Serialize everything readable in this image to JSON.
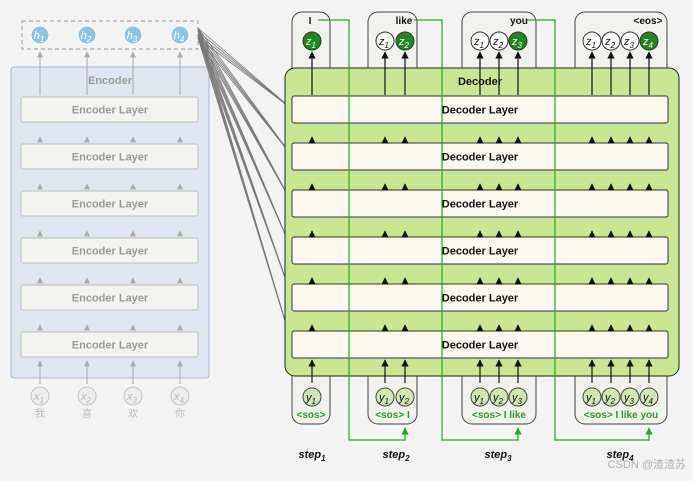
{
  "encoder": {
    "title": "Encoder",
    "layer_label": "Encoder Layer",
    "layer_count": 6,
    "hidden_states": [
      {
        "base": "h",
        "sub": "1"
      },
      {
        "base": "h",
        "sub": "2"
      },
      {
        "base": "h",
        "sub": "3"
      },
      {
        "base": "h",
        "sub": "4"
      }
    ],
    "inputs": [
      {
        "base": "x",
        "sub": "1",
        "char": "我"
      },
      {
        "base": "x",
        "sub": "2",
        "char": "喜"
      },
      {
        "base": "x",
        "sub": "3",
        "char": "欢"
      },
      {
        "base": "x",
        "sub": "4",
        "char": "你"
      }
    ]
  },
  "decoder": {
    "title": "Decoder",
    "layer_label": "Decoder Layer",
    "layer_count": 6
  },
  "steps": [
    {
      "label": "step",
      "sub": "1",
      "output_word": "I",
      "outputs": [
        {
          "base": "z",
          "sub": "1",
          "current": true
        }
      ],
      "inputs": [
        {
          "base": "y",
          "sub": "1"
        }
      ],
      "input_words": "<sos>"
    },
    {
      "label": "step",
      "sub": "2",
      "output_word": "like",
      "outputs": [
        {
          "base": "z",
          "sub": "1",
          "current": false
        },
        {
          "base": "z",
          "sub": "2",
          "current": true
        }
      ],
      "inputs": [
        {
          "base": "y",
          "sub": "1"
        },
        {
          "base": "y",
          "sub": "2"
        }
      ],
      "input_words": "<sos> I"
    },
    {
      "label": "step",
      "sub": "3",
      "output_word": "you",
      "outputs": [
        {
          "base": "z",
          "sub": "1",
          "current": false
        },
        {
          "base": "z",
          "sub": "2",
          "current": false
        },
        {
          "base": "z",
          "sub": "3",
          "current": true
        }
      ],
      "inputs": [
        {
          "base": "y",
          "sub": "1"
        },
        {
          "base": "y",
          "sub": "2"
        },
        {
          "base": "y",
          "sub": "3"
        }
      ],
      "input_words": "<sos> I   like"
    },
    {
      "label": "step",
      "sub": "4",
      "output_word": "<eos>",
      "outputs": [
        {
          "base": "z",
          "sub": "1",
          "current": false
        },
        {
          "base": "z",
          "sub": "2",
          "current": false
        },
        {
          "base": "z",
          "sub": "3",
          "current": false
        },
        {
          "base": "z",
          "sub": "4",
          "current": true
        }
      ],
      "inputs": [
        {
          "base": "y",
          "sub": "1"
        },
        {
          "base": "y",
          "sub": "2"
        },
        {
          "base": "y",
          "sub": "3"
        },
        {
          "base": "y",
          "sub": "4"
        }
      ],
      "input_words": "<sos> I   like you"
    }
  ],
  "watermark": "CSDN @渣渣苏",
  "colors": {
    "encoder_bg": "#dfe6f0",
    "encoder_border": "#a7b7cc",
    "hidden_fill": "#8fc3e2",
    "decoder_bg": "#c9e693",
    "decoder_border": "#222222",
    "current_token": "#1e8a1e",
    "input_token": "#cfe6b5",
    "feedback_line": "#22aa22"
  }
}
